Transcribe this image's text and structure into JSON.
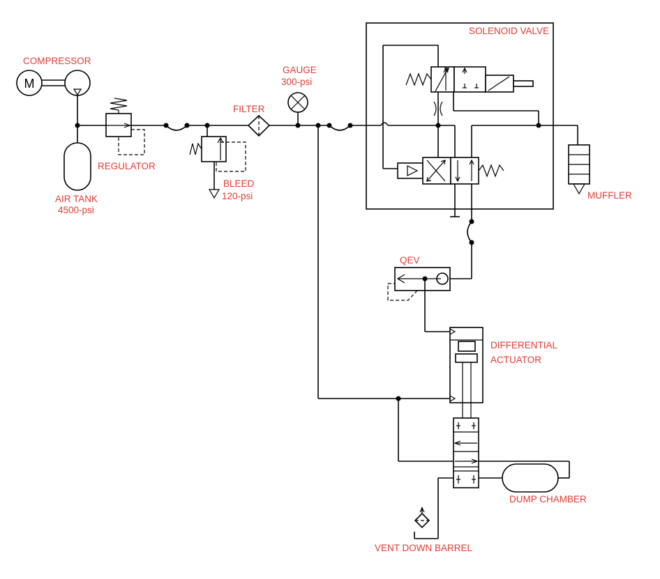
{
  "labels": {
    "compressor": "COMPRESSOR",
    "motor": "M",
    "regulator": "REGULATOR",
    "air_tank_line1": "AIR TANK",
    "air_tank_line2": "4500-psi",
    "bleed_line1": "BLEED",
    "bleed_line2": "120-psi",
    "filter": "FILTER",
    "gauge_line1": "GAUGE",
    "gauge_line2": "300-psi",
    "solenoid_valve": "SOLENOID VALVE",
    "muffler": "MUFFLER",
    "qev": "QEV",
    "differential_actuator_line1": "DIFFERENTIAL",
    "differential_actuator_line2": "ACTUATOR",
    "dump_chamber": "DUMP CHAMBER",
    "vent_down_barrel": "VENT DOWN BARREL"
  },
  "colors": {
    "label": "#e23b33",
    "line": "#000000",
    "background": "#ffffff"
  }
}
